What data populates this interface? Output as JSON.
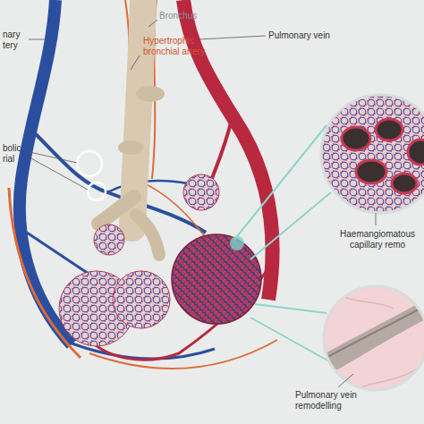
{
  "diagram": {
    "labels": [
      "Bronchus",
      "Hypertrophic bronchial artery",
      "Pulmonary vein",
      "nary tery",
      "bolic rial",
      "Haemangiomatous capillary remo",
      "Pulmonary vein remodelling"
    ]
  }
}
